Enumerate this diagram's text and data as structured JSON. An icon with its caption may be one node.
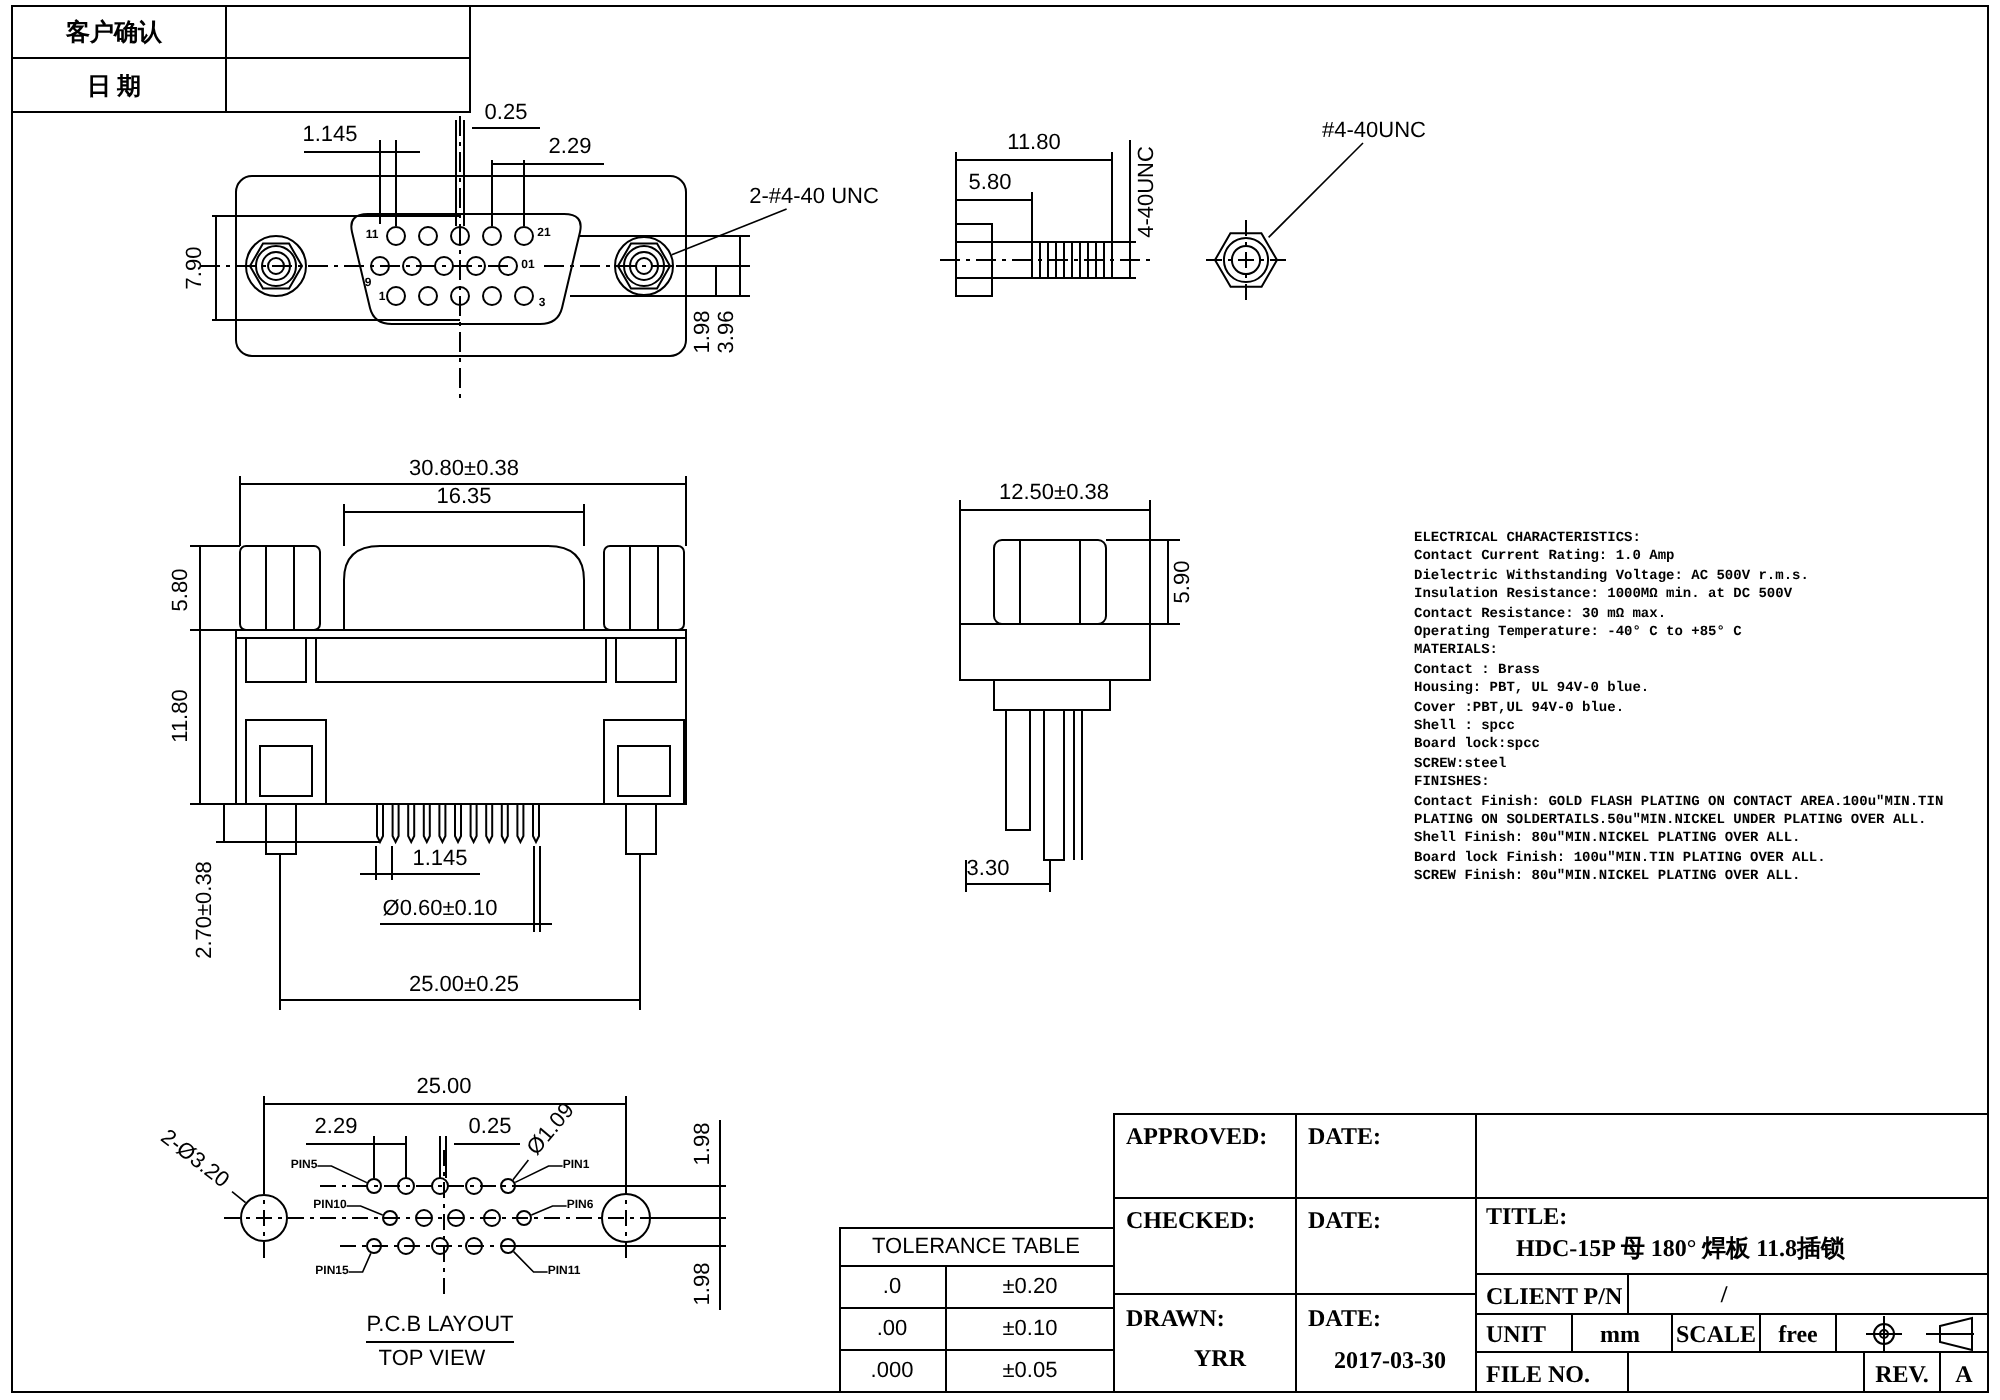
{
  "diagram": {
    "nodes": [
      {
        "text": [
          "2-#4-40 UNC"
        ]
      },
      {
        "text": [
          "#4-40UNC"
        ]
      },
      {
        "text": [
          "2-Ø3.20"
        ]
      },
      {
        "text": [
          "Ø1.09"
        ]
      },
      {
        "text": [
          "PIN5"
        ]
      },
      {
        "text": [
          "PIN1"
        ]
      },
      {
        "text": [
          "PIN10"
        ]
      },
      {
        "text": [
          "PIN6"
        ]
      },
      {
        "text": [
          "PIN15"
        ]
      },
      {
        "text": [
          "PIN11"
        ]
      },
      {
        "text": [],
        "shape": "circle"
      },
      {
        "text": [],
        "shape": "hexagon"
      },
      {
        "text": [],
        "shape": "circle"
      },
      {
        "text": [],
        "shape": "circle"
      },
      {
        "text": [],
        "shape": "circle"
      },
      {
        "text": [],
        "shape": "circle"
      },
      {
        "text": [],
        "shape": "circle"
      },
      {
        "text": [],
        "shape": "circle"
      },
      {
        "text": [],
        "shape": "circle"
      }
    ],
    "edges": [
      {
        "from": 0,
        "to": 10,
        "arrow": "none"
      },
      {
        "from": 1,
        "to": 11,
        "arrow": "none"
      },
      {
        "from": 2,
        "to": 12,
        "arrow": "none"
      },
      {
        "from": 3,
        "to": 14,
        "arrow": "none"
      },
      {
        "from": 4,
        "to": 13,
        "arrow": "none"
      },
      {
        "from": 5,
        "to": 14,
        "arrow": "none"
      },
      {
        "from": 6,
        "to": 15,
        "arrow": "none"
      },
      {
        "from": 7,
        "to": 16,
        "arrow": "none"
      },
      {
        "from": 8,
        "to": 17,
        "arrow": "none"
      },
      {
        "from": 9,
        "to": 18,
        "arrow": "none"
      }
    ],
    "labels": [
      "客户确认",
      "日 期",
      "1.145",
      "0.25",
      "2.29",
      "7.90",
      "11",
      "21",
      "9",
      "01",
      "1",
      "3",
      "1.98",
      "3.96",
      "11.80",
      "5.80",
      "4-40UNC",
      "30.80±0.38",
      "16.35",
      "5.80",
      "11.80",
      "2.70±0.38",
      "1.145",
      "Ø0.60±0.10",
      "25.00±0.25",
      "12.50±0.38",
      "5.90",
      "3.30",
      "ELECTRICAL CHARACTERISTICS:",
      "Contact Current Rating:  1.0 Amp",
      "Dielectric Withstanding Voltage:  AC 500V r.m.s.",
      "Insulation Resistance:  1000MΩ  min. at DC 500V",
      "Contact Resistance:  30 mΩ  max.",
      "Operating Temperature:  -40° C to +85° C",
      "MATERIALS:",
      "Contact :  Brass",
      "Housing:  PBT, UL 94V-0 blue.",
      "Cover :PBT,UL 94V-0 blue.",
      "Shell : spcc",
      "Board lock:spcc",
      "SCREW:steel",
      "FINISHES:",
      "Contact Finish: GOLD FLASH PLATING ON CONTACT AREA.100u\"MIN.TIN",
      "PLATING ON SOLDERTAILS.50u\"MIN.NICKEL UNDER PLATING OVER ALL.",
      "Shell Finish: 80u\"MIN.NICKEL PLATING OVER ALL.",
      "Board lock Finish: 100u\"MIN.TIN PLATING OVER ALL.",
      "SCREW Finish: 80u\"MIN.NICKEL PLATING OVER ALL.",
      "25.00",
      "2.29",
      "0.25",
      "1.98",
      "1.98",
      "P.C.B LAYOUT",
      "TOP VIEW",
      "TOLERANCE TABLE",
      ".0",
      "±0.20",
      ".00",
      "±0.10",
      ".000",
      "±0.05",
      "APPROVED:",
      "DATE:",
      "CHECKED:",
      "DATE:",
      "TITLE:",
      "HDC-15P 母 180° 焊板 11.8插锁",
      "CLIENT P/N",
      "/",
      "DRAWN:",
      "YRR",
      "DATE:",
      "2017-03-30",
      "UNIT",
      "mm",
      "SCALE",
      "free",
      "FILE NO.",
      "REV.",
      "A"
    ]
  }
}
